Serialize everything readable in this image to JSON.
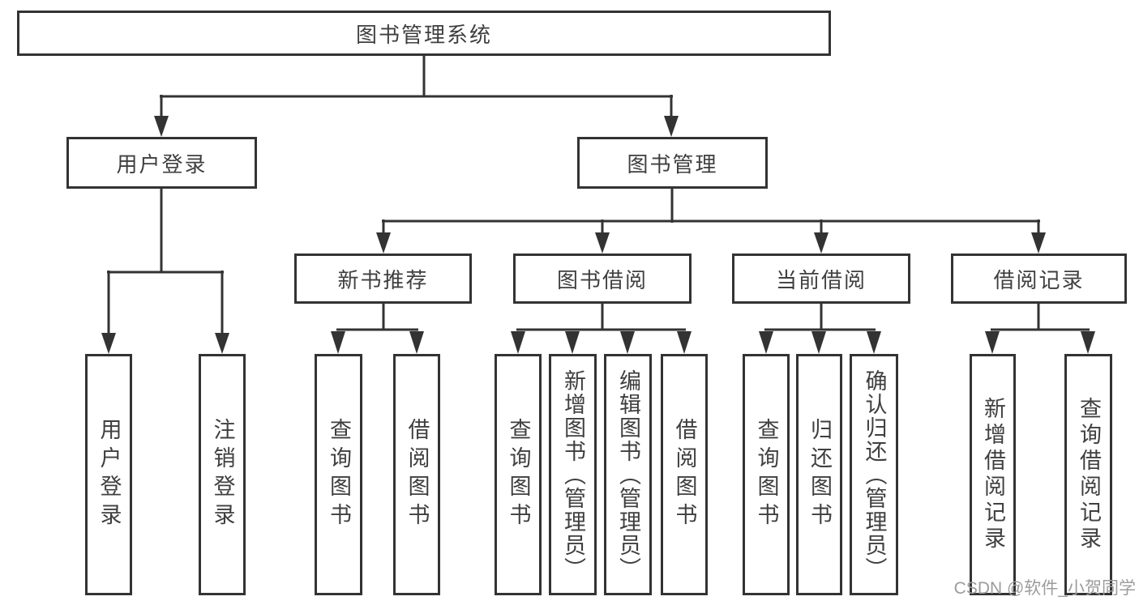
{
  "diagram": {
    "title": "图书管理系统",
    "root": {
      "label": "图书管理系统"
    },
    "branches": [
      {
        "label": "用户登录",
        "children": [
          {
            "label": "用户登录"
          },
          {
            "label": "注销登录"
          }
        ]
      },
      {
        "label": "图书管理",
        "sections": [
          {
            "label": "新书推荐",
            "children": [
              {
                "label": "查询图书"
              },
              {
                "label": "借阅图书"
              }
            ]
          },
          {
            "label": "图书借阅",
            "children": [
              {
                "label": "查询图书"
              },
              {
                "label": "新增图书（管理员）"
              },
              {
                "label": "编辑图书（管理员）"
              },
              {
                "label": "借阅图书"
              }
            ]
          },
          {
            "label": "当前借阅",
            "children": [
              {
                "label": "查询图书"
              },
              {
                "label": "归还图书"
              },
              {
                "label": "确认归还（管理员）"
              }
            ]
          },
          {
            "label": "借阅记录",
            "children": [
              {
                "label": "新增借阅记录"
              },
              {
                "label": "查询借阅记录"
              }
            ]
          }
        ]
      }
    ],
    "colors": {
      "line": "#333333",
      "text": "#3f3f3f",
      "box_background": "#ffffff",
      "watermark_text": "#9c9c9c",
      "page_background": "#ffffff"
    },
    "watermark": "CSDN @软件_小贺同学"
  }
}
